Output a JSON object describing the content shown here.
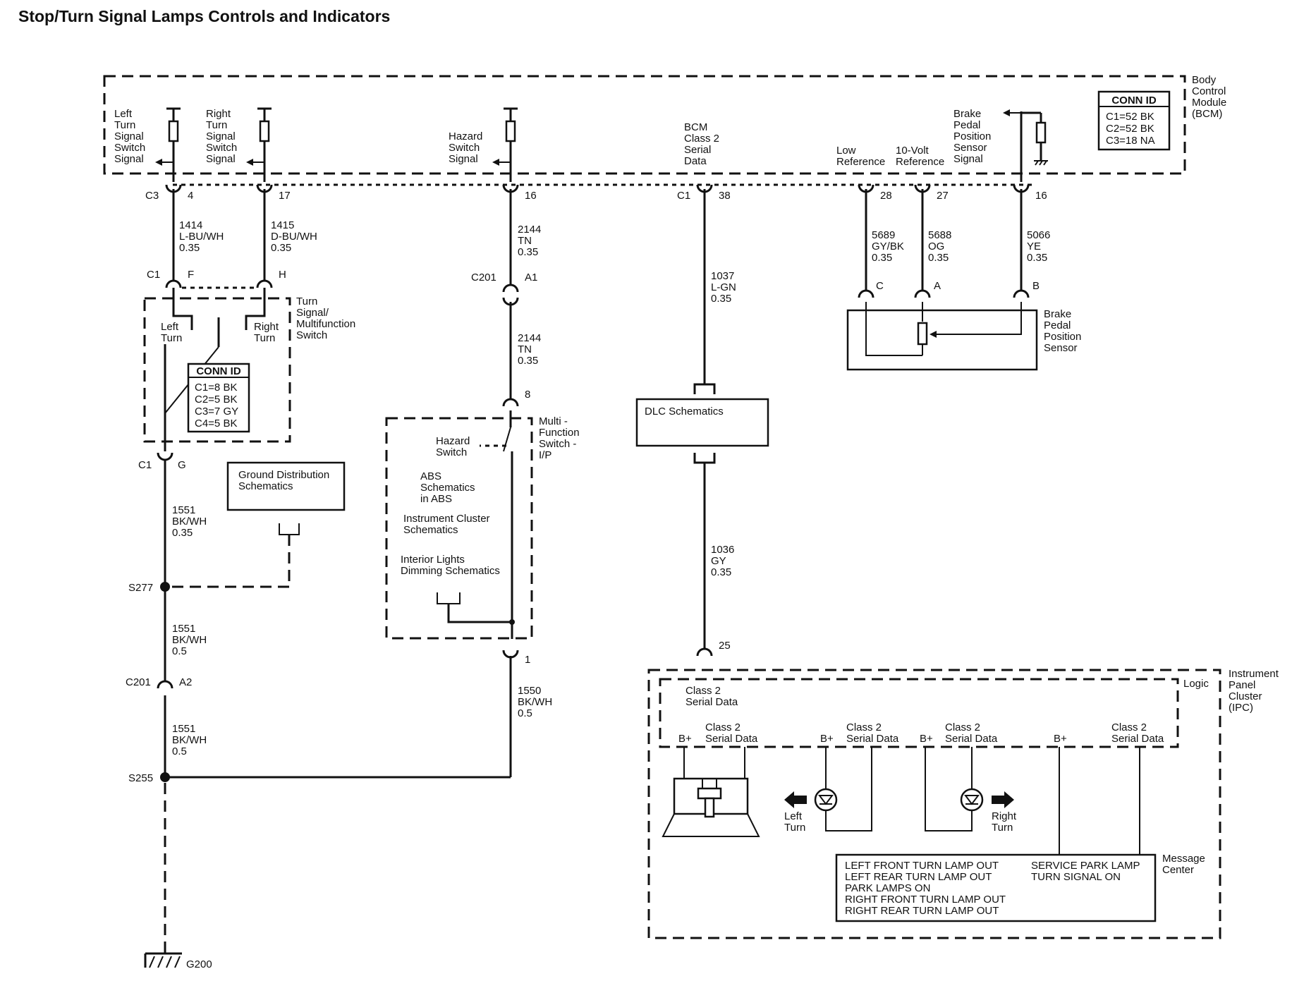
{
  "title": "Stop/Turn Signal Lamps Controls and Indicators",
  "bcm": {
    "label": [
      "Body",
      "Control",
      "Module",
      "(BCM)"
    ],
    "conn_id": {
      "header": "CONN ID",
      "rows": [
        "C1=52 BK",
        "C2=52 BK",
        "C3=18 NA"
      ]
    },
    "signals": {
      "left_turn": [
        "Left",
        "Turn",
        "Signal",
        "Switch",
        "Signal"
      ],
      "right_turn": [
        "Right",
        "Turn",
        "Signal",
        "Switch",
        "Signal"
      ],
      "hazard": [
        "Hazard",
        "Switch",
        "Signal"
      ],
      "class2": [
        "BCM",
        "Class 2",
        "Serial",
        "Data"
      ],
      "low_ref": [
        "Low",
        "Reference"
      ],
      "ref10v": [
        "10-Volt",
        "Reference"
      ],
      "brake": [
        "Brake",
        "Pedal",
        "Position",
        "Sensor",
        "Signal"
      ]
    }
  },
  "connectors": {
    "c3": "C3",
    "c1_bcm": "C1",
    "pin4": "4",
    "pin17": "17",
    "pin16_hz": "16",
    "pin38": "38",
    "pin28": "28",
    "pin27": "27",
    "pin16_br": "16",
    "c1_sw": "C1",
    "pinF": "F",
    "pinH": "H",
    "c201_a": "C201",
    "pinA1": "A1",
    "pin8": "8",
    "pin1": "1",
    "c1_g": "C1",
    "pinG": "G",
    "c201_b": "C201",
    "pinA2": "A2",
    "pinC": "C",
    "pinA": "A",
    "pinB": "B",
    "pin25": "25"
  },
  "wires": {
    "w1414": [
      "1414",
      "L-BU/WH",
      "0.35"
    ],
    "w1415": [
      "1415",
      "D-BU/WH",
      "0.35"
    ],
    "w2144a": [
      "2144",
      "TN",
      "0.35"
    ],
    "w2144b": [
      "2144",
      "TN",
      "0.35"
    ],
    "w1037": [
      "1037",
      "L-GN",
      "0.35"
    ],
    "w1036": [
      "1036",
      "GY",
      "0.35"
    ],
    "w5689": [
      "5689",
      "GY/BK",
      "0.35"
    ],
    "w5688": [
      "5688",
      "OG",
      "0.35"
    ],
    "w5066": [
      "5066",
      "YE",
      "0.35"
    ],
    "w1551a": [
      "1551",
      "BK/WH",
      "0.35"
    ],
    "w1551b": [
      "1551",
      "BK/WH",
      "0.5"
    ],
    "w1551c": [
      "1551",
      "BK/WH",
      "0.5"
    ],
    "w1550": [
      "1550",
      "BK/WH",
      "0.5"
    ]
  },
  "turn_switch": {
    "label": [
      "Turn",
      "Signal/",
      "Multifunction",
      "Switch"
    ],
    "left": [
      "Left",
      "Turn"
    ],
    "right": [
      "Right",
      "Turn"
    ],
    "conn_id": {
      "header": "CONN ID",
      "rows": [
        "C1=8 BK",
        "C2=5 BK",
        "C3=7 GY",
        "C4=5 BK"
      ]
    }
  },
  "splices": {
    "s277": "S277",
    "s255": "S255",
    "ground": "G200"
  },
  "ground_dist": [
    "Ground Distribution",
    "Schematics"
  ],
  "mfs_ip": {
    "label": [
      "Multi -",
      "Function",
      "Switch -",
      "I/P"
    ],
    "hazard": [
      "Hazard",
      "Switch"
    ],
    "abs": [
      "ABS",
      "Schematics",
      "in ABS"
    ],
    "ic": [
      "Instrument Cluster",
      "Schematics"
    ],
    "ild": [
      "Interior Lights",
      "Dimming Schematics"
    ]
  },
  "dlc": "DLC Schematics",
  "sensor": {
    "label": [
      "Brake",
      "Pedal",
      "Position",
      "Sensor"
    ]
  },
  "ipc": {
    "label": [
      "Instrument",
      "Panel",
      "Cluster",
      "(IPC)"
    ],
    "logic": "Logic",
    "class2_main": [
      "Class 2",
      "Serial Data"
    ],
    "bplus": "B+",
    "class2": [
      "Class 2",
      "Serial Data"
    ],
    "left_turn": [
      "Left",
      "Turn"
    ],
    "right_turn": [
      "Right",
      "Turn"
    ],
    "msg_center": [
      "Message",
      "Center"
    ],
    "messages_left": [
      "LEFT FRONT TURN LAMP OUT",
      "LEFT REAR TURN LAMP OUT",
      "PARK LAMPS ON",
      "RIGHT FRONT TURN LAMP OUT",
      "RIGHT REAR TURN LAMP OUT"
    ],
    "messages_right": [
      "SERVICE PARK LAMP",
      "TURN SIGNAL ON"
    ]
  }
}
